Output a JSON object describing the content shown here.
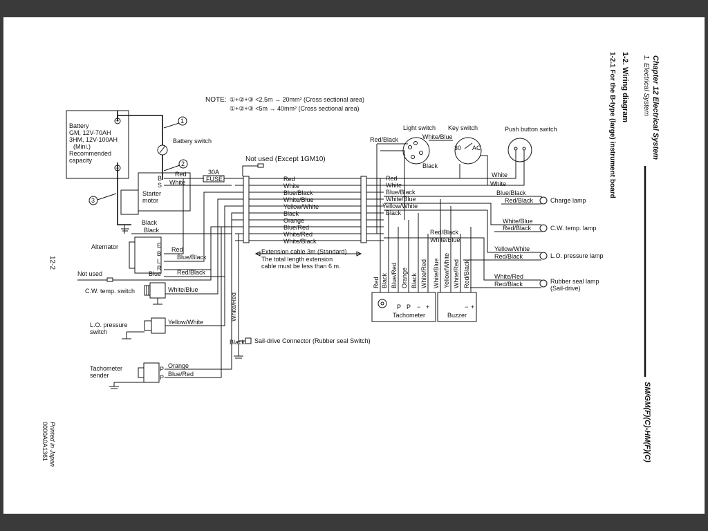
{
  "header": {
    "chapter": "Chapter 12 Electrical System",
    "section": "1. Electrical System",
    "title": "1-2. Wiring diagram",
    "subtitle": "1-2.1 For the B-type (large) instrument board",
    "model": "SM/GM(F)(C)-HM(F)(C)"
  },
  "footer": {
    "page_number": "12-2",
    "printed": "Printed in Japan",
    "code": "0000A0A1361"
  },
  "note": {
    "prefix": "NOTE:",
    "line1": "①+②+③ <2.5m → 20mm²  (Cross sectional area)",
    "line2": "①+②+③ <5m → 40mm²  (Cross sectional area)"
  },
  "components": {
    "battery": [
      "Battery",
      "GM, 12V-70AH",
      "3HM, 12V-100AH",
      "(Mini.)",
      "Recommended",
      "capacity"
    ],
    "battery_plus": "+",
    "battery_minus": "−",
    "circle1": "1",
    "circle2": "2",
    "circle3": "3",
    "battery_switch": "Battery switch",
    "starter_motor": [
      "Starter",
      "motor"
    ],
    "starter_b": "B",
    "starter_s": "S",
    "fuse_rating": "30A",
    "fuse": "FUSE",
    "not_used_top": "Not used (Except 1GM10)",
    "alternator": "Alternator",
    "alt_e": "E",
    "alt_b": "B",
    "alt_l": "L",
    "alt_r": "R",
    "not_used_left": "Not used",
    "cw_temp_switch": "C.W. temp. switch",
    "lo_pressure_switch": [
      "L.O. pressure",
      "switch"
    ],
    "tacho_sender": [
      "Tachometer",
      "sender"
    ],
    "tacho_p1": "P",
    "tacho_p2": "P",
    "sail_drive": "Sail-drive Connector (Rubber seal Switch)",
    "extension_cable": [
      "Extension cable 3m (Standard)",
      "The total length extension",
      "cable must be less than 6 m."
    ],
    "light_switch": "Light switch",
    "key_switch": "Key switch",
    "key_30": "30",
    "key_ac": "AC",
    "push_button_switch": "Push button switch",
    "tachometer": "Tachometer",
    "buzzer": "Buzzer",
    "tach_terms": [
      "P",
      "P",
      "−",
      "+"
    ],
    "buzzer_terms": [
      "−",
      "+"
    ],
    "charge_lamp": "Charge lamp",
    "cw_temp_lamp": "C.W. temp. lamp",
    "lo_pressure_lamp": "L.O. pressure lamp",
    "rubber_seal_lamp": [
      "Rubber seal lamp",
      "(Sail-drive)"
    ]
  },
  "wires": {
    "harness": [
      "Red",
      "White",
      "Blue/Black",
      "White/Blue",
      "Yellow/White",
      "Black",
      "Orange",
      "Blue/Red",
      "White/Red",
      "White/Black"
    ],
    "instrument": [
      "Red",
      "White",
      "Blue/Black",
      "White/Blue",
      "Yellow/White",
      "Black"
    ],
    "starter_red": "Red",
    "starter_white": "White",
    "black1": "Black",
    "black2": "Black",
    "alt_red": "Red",
    "alt_blue_black": "Blue/Black",
    "alt_red_black": "Red/Black",
    "blue": "Blue",
    "cw_wire": "White/Blue",
    "lo_wire": "Yellow/White",
    "tacho_orange": "Orange",
    "tacho_blue_red": "Blue/Red",
    "white_red_vertical": "White/Red",
    "sail_black": "Black",
    "ls_red_black": "Red/Black",
    "ls_white_blue": "White/Blue",
    "ls_black": "Black",
    "push_white": "White",
    "key_white": "White",
    "charge_blue_black": "Blue/Black",
    "charge_red_black": "Red/Black",
    "cw_white_blue": "White/Blue",
    "cw_red_black": "Red/Black",
    "mid_red_black": "Red/Black",
    "mid_white_blue": "White/Blue",
    "lo_yellow_white": "Yellow/White",
    "lo_red_black": "Red/Black",
    "rs_white_red": "White/Red",
    "rs_red_black": "Red/Black",
    "tach_verticals": [
      "Red",
      "Black",
      "Blue/Red",
      "Orange",
      "Black",
      "White/Red"
    ],
    "buzzer_verticals": [
      "White/Blue",
      "Yellow/White",
      "White/Red",
      "Red/Black"
    ]
  }
}
